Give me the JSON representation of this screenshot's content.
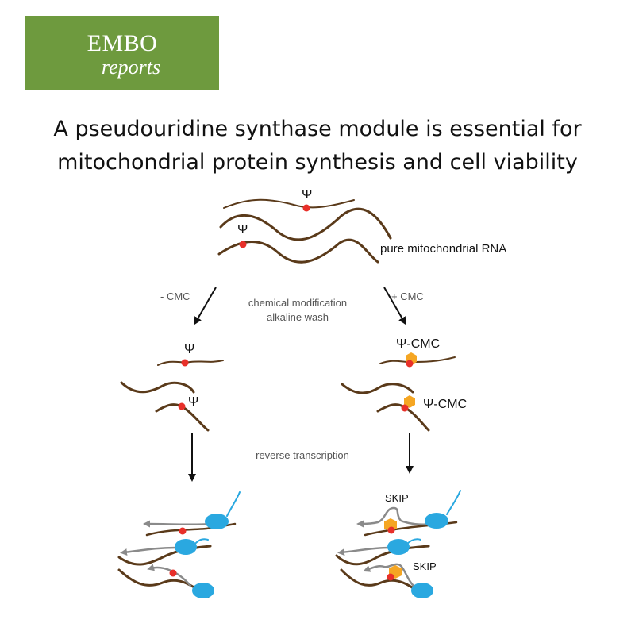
{
  "logo": {
    "line1": "EMBO",
    "line2": "reports"
  },
  "title": {
    "line1": "A pseudouridine synthase module is essential for",
    "line2": "mitochondrial protein synthesis and cell viability"
  },
  "labels": {
    "psi": "Ψ",
    "pure_rna": "pure mitochondrial RNA",
    "minus_cmc": "- CMC",
    "plus_cmc": "+ CMC",
    "chem_mod_1": "chemical modification",
    "chem_mod_2": "alkaline wash",
    "psi_cmc": "Ψ-CMC",
    "reverse_transcription": "reverse transcription",
    "skip": "SKIP"
  },
  "colors": {
    "rna": "#5a3a1a",
    "psi_dot": "#e8302a",
    "cmc": "#f5a623",
    "enzyme": "#2aa8e0",
    "cdna": "#8a8a8a",
    "logo_bg": "#6e9a3e"
  }
}
